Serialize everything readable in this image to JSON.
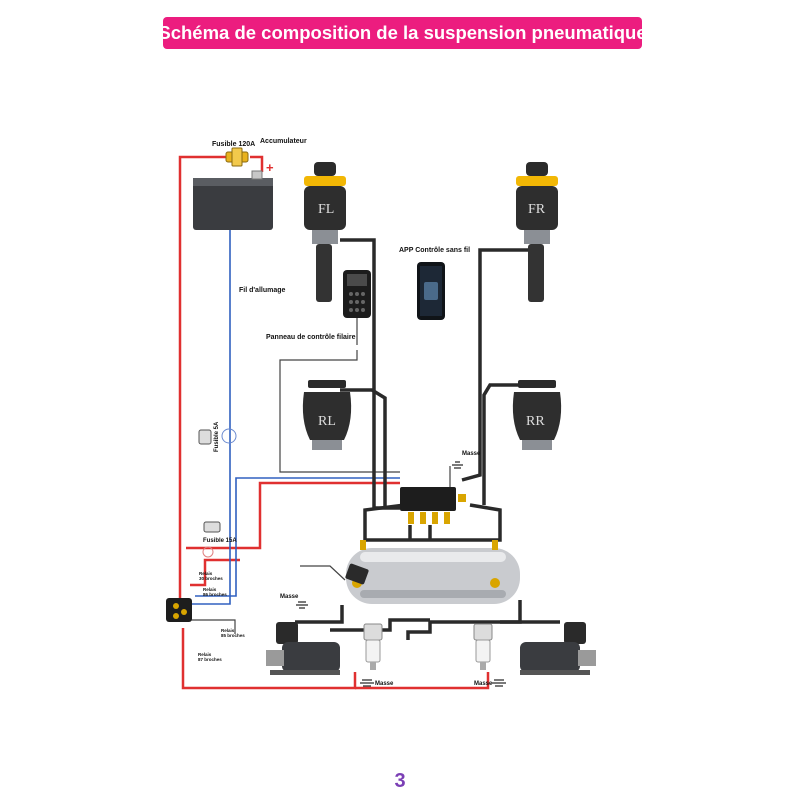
{
  "title": "Schéma de composition de la suspension pneumatique",
  "page_number": "3",
  "labels": {
    "fuse_main": "Fusible 120A",
    "battery": "Accumulateur",
    "battery_plus": "+",
    "ignition": "Fil d'allumage",
    "wired_panel": "Panneau de contrôle filaire",
    "app": "APP Contrôle sans fil",
    "fuse_5a": "Fusible 5A",
    "fuse_15a": "Fusible 15A",
    "relay_30": "Relais\n30 broches",
    "relay_86": "Relais\n86 broches",
    "relay_85": "Relais\n85 broches",
    "relay_87": "Relais\n87 broches",
    "ground": "Masse"
  },
  "air_bags": {
    "fl": "FL",
    "fr": "FR",
    "rl": "RL",
    "rr": "RR"
  },
  "colors": {
    "title_bg": "#ec1d7f",
    "page_number": "#7b3fb5",
    "power_wire": "#e03030",
    "signal_wire": "#3060c0",
    "air_line": "#2a2a2a",
    "bellow_band": "#f2b705"
  },
  "icons": [
    "battery-icon",
    "fuse-icon",
    "relay-icon",
    "phone-icon",
    "remote-icon",
    "air-tank-icon",
    "compressor-icon",
    "filter-icon",
    "valve-block-icon",
    "ground-icon"
  ]
}
